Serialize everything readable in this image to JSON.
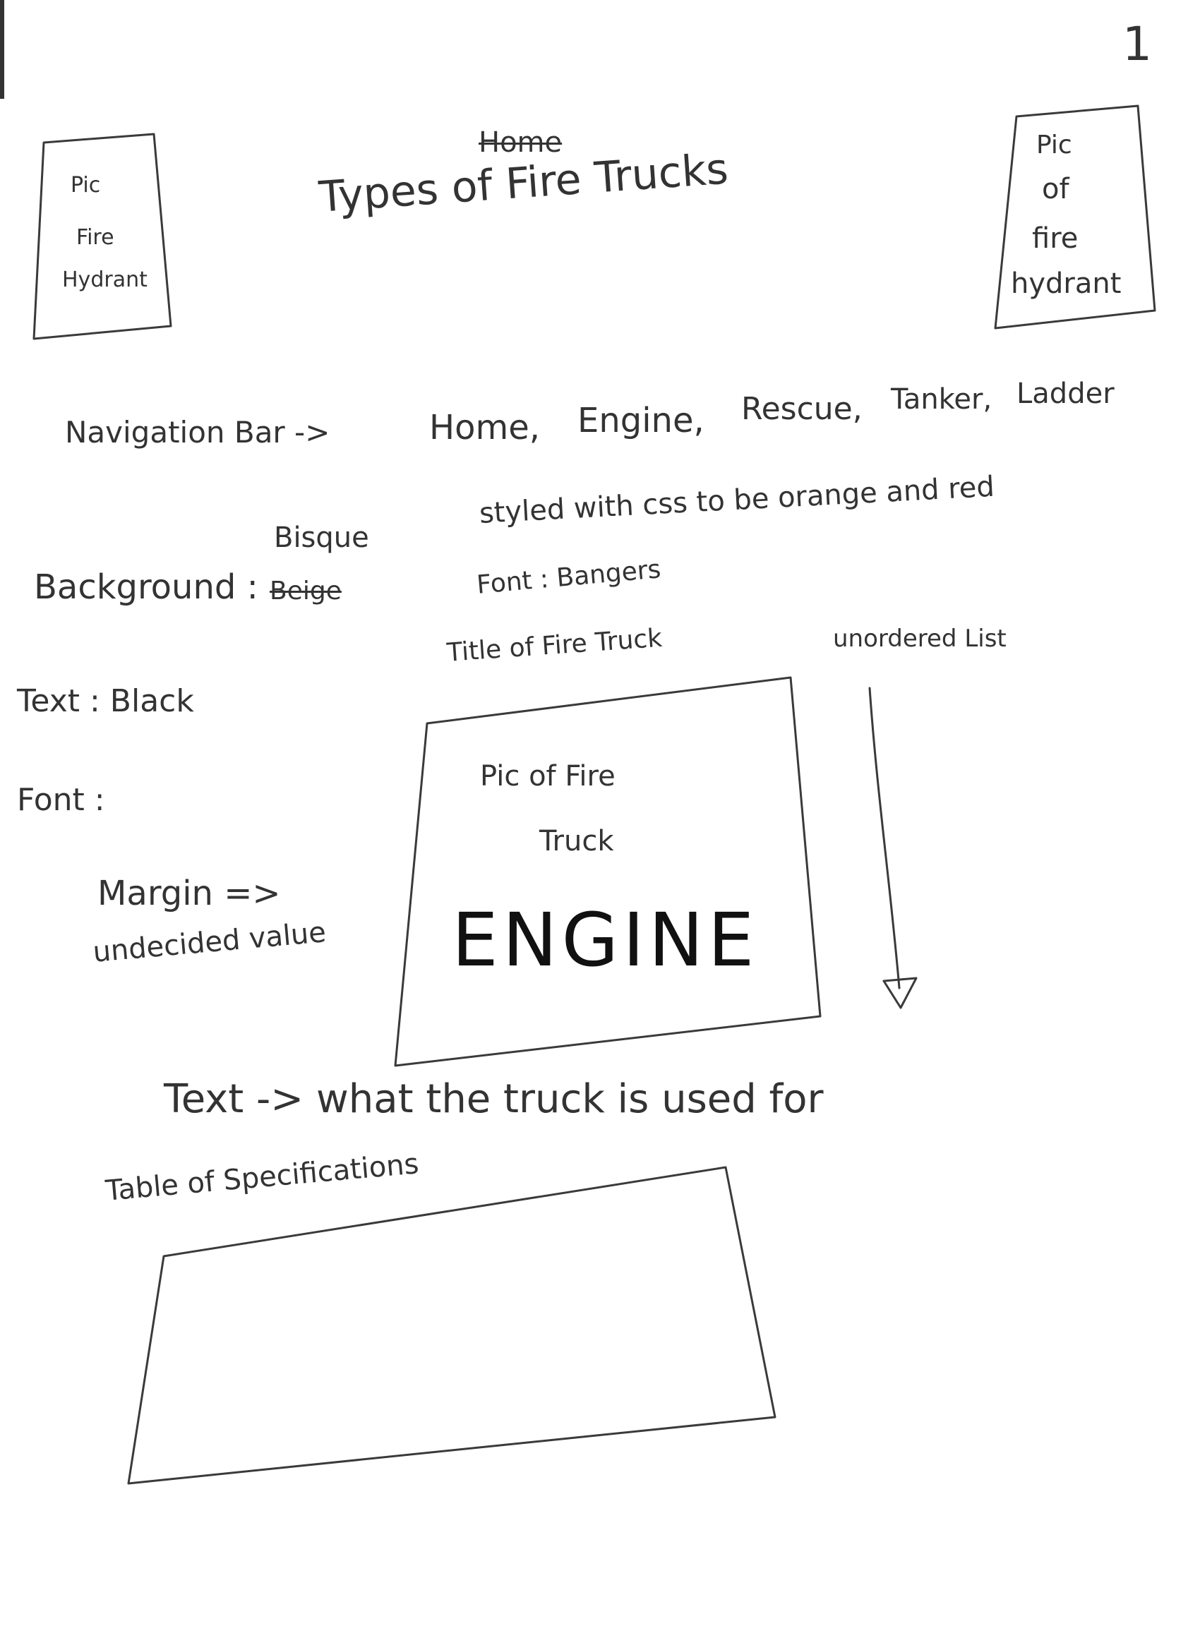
{
  "page_number": "1",
  "left_box": {
    "lines": [
      "Pic",
      "Fire",
      "Hydrant"
    ]
  },
  "right_box": {
    "lines": [
      "Pic",
      "of",
      "fire",
      "hydrant"
    ]
  },
  "crossed_out_heading": "Home",
  "title": "Types of Fire Trucks",
  "nav": {
    "label": "Navigation Bar ->",
    "items": [
      "Home,",
      "Engine,",
      "Rescue,",
      "Tanker,",
      "Ladder"
    ]
  },
  "nav_style": {
    "line1": "styled with css to be orange and red",
    "line2": "Font : Bangers"
  },
  "background": {
    "label": "Background :",
    "value": "Bisque",
    "crossed_value": "Beige"
  },
  "text_color": {
    "label": "Text : Black"
  },
  "font": {
    "label": "Font :"
  },
  "margin": {
    "line1": "Margin =>",
    "line2": "undecided value"
  },
  "truck_title_label": "Title of Fire Truck",
  "unordered_list_label": "unordered List",
  "truck_box": {
    "line1": "Pic of Fire",
    "line2": "Truck",
    "name": "ENGINE"
  },
  "description_note": "Text -> what the truck is used for",
  "table_label": "Table of Specifications"
}
